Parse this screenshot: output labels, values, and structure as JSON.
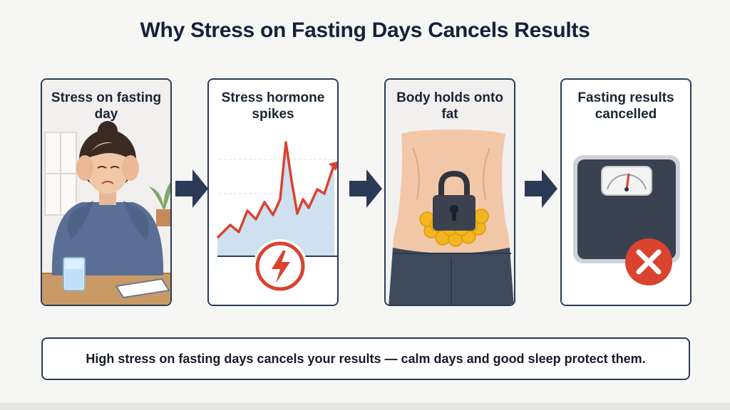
{
  "title": "Why Stress on Fasting Days Cancels Results",
  "steps": [
    {
      "label": "Stress on fasting day",
      "icon": "stressed-woman-illustration"
    },
    {
      "label": "Stress hormone spikes",
      "icon": "hormone-spike-chart-illustration"
    },
    {
      "label": "Body holds onto fat",
      "icon": "locked-belly-fat-illustration"
    },
    {
      "label": "Fasting results cancelled",
      "icon": "scale-with-x-illustration"
    }
  ],
  "connector_icon": "right-arrow-icon",
  "summary": "High stress on fasting days cancels your results — calm days and good sleep protect them.",
  "colors": {
    "navy": "#2a3a57",
    "accent_red": "#d9432f",
    "light_blue": "#cfe0f0",
    "fat_yellow": "#f3b61f",
    "skin": "#f2c7a8"
  }
}
